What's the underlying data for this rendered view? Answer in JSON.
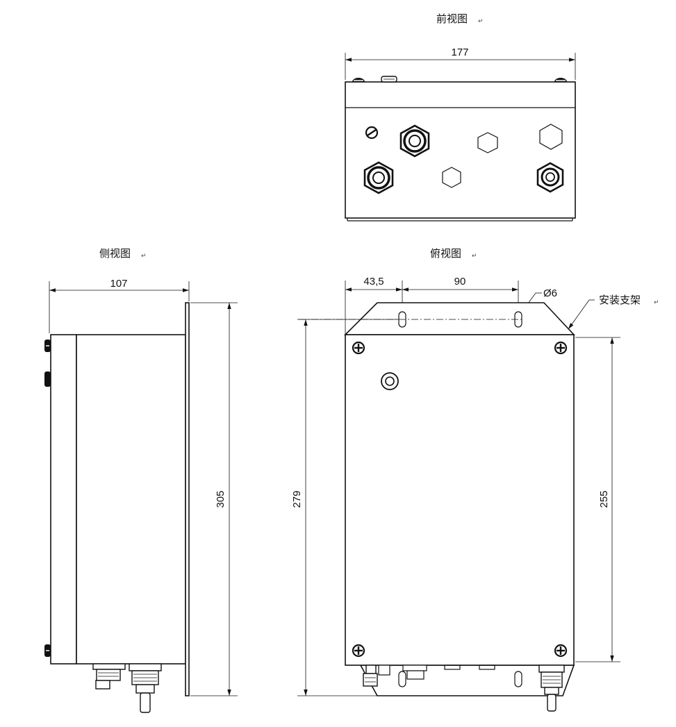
{
  "views": {
    "front_title": "前视图",
    "side_title": "侧视图",
    "top_title": "俯视图",
    "bracket_label": "安装支架"
  },
  "dimensions": {
    "front_width": "177",
    "side_depth": "107",
    "side_height": "305",
    "hole_offset": "43,5",
    "hole_spacing": "90",
    "hole_diameter": "Ø6",
    "bracket_height": "279",
    "body_height": "255"
  },
  "return_mark": "↵"
}
